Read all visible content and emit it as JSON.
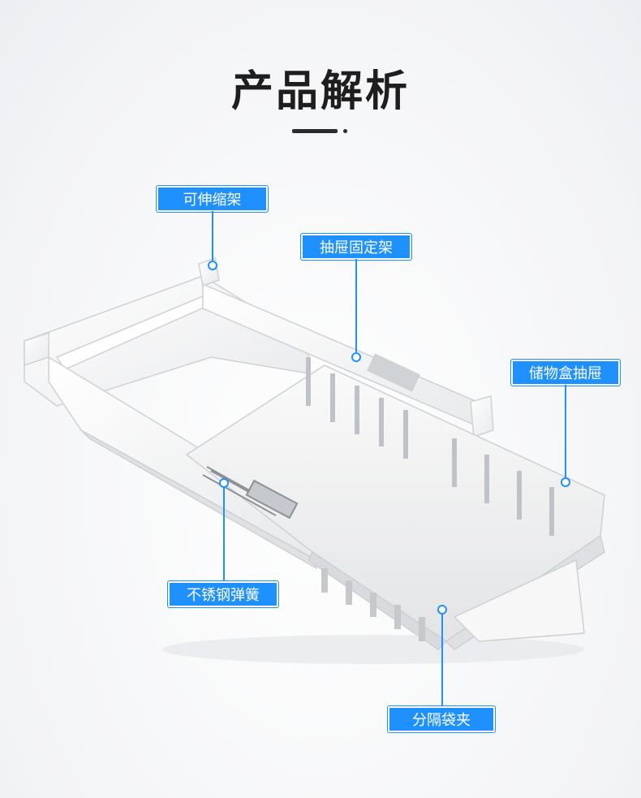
{
  "heading": {
    "title": "产品解析"
  },
  "callouts": {
    "telescopic_frame": "可伸缩架",
    "drawer_fixing_frame": "抽屉固定架",
    "storage_box_drawer": "储物盒抽屉",
    "stainless_steel_spring": "不锈钢弹簧",
    "divider_bag_clip": "分隔袋夹"
  },
  "colors": {
    "accent": "#1e90ff",
    "title": "#1e1e1e",
    "product": "#f4f4f4"
  }
}
